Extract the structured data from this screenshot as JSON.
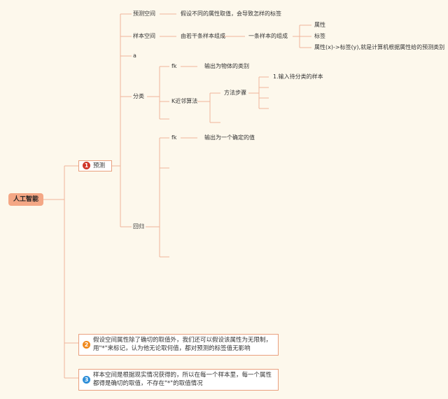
{
  "root": "人工智能",
  "branches": [
    {
      "badge": "1",
      "label": "预测"
    },
    {
      "badge": "2",
      "text": "假设空间属性除了确切的取值外，我们还可以假设该属性为无限制，用\"*\"来标记，认为他无论取何值，都对预测的标签值无影响"
    },
    {
      "badge": "3",
      "text": "样本空间是根据现实情况获得的，所以在每一个样本里，每一个属性都得是确切的取值，不存在\"*\"的取值情况"
    }
  ],
  "predict": {
    "hypothesis_space": {
      "label": "预测空间",
      "desc": "假设不同的属性取值，会导致怎样的标签"
    },
    "sample_space": {
      "label": "样本空间",
      "desc": "由若干条样本组成",
      "sample": {
        "label": "一条样本的组成",
        "items": [
          "属性",
          "标签",
          "属性(x)->标签(y),就是计算机根据属性给的预测类别"
        ]
      }
    },
    "a": "a",
    "classification": {
      "label": "分类",
      "fk": {
        "label": "fk",
        "desc": "输出为物体的类别"
      },
      "knn": {
        "label": "K近邻算法",
        "method": {
          "label": "方法步骤",
          "steps": [
            "1.输入待分类的样本"
          ]
        }
      }
    },
    "regression": {
      "label": "回归",
      "fk": {
        "label": "fk",
        "desc": "输出为一个确定的值"
      }
    }
  }
}
